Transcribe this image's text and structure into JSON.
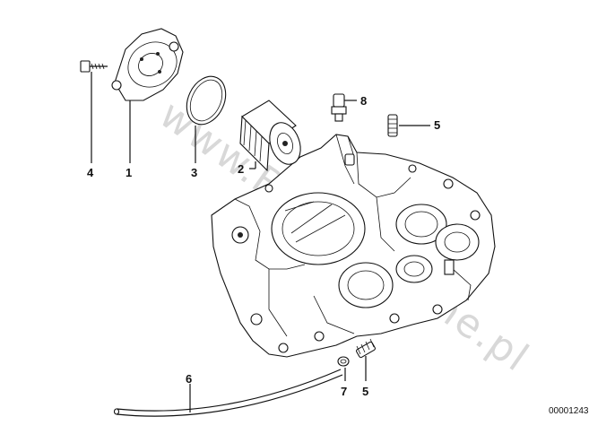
{
  "diagram": {
    "watermark": "www.BMW-Hotline.pl",
    "document_id": "00001243",
    "callouts": {
      "p1": "1",
      "p2": "2",
      "p3": "3",
      "p4": "4",
      "p5a": "5",
      "p5b": "5",
      "p6": "6",
      "p7": "7",
      "p8": "8"
    },
    "parts": [
      {
        "callout": "1",
        "name": "oil-filter-cover"
      },
      {
        "callout": "2",
        "name": "oil-filter"
      },
      {
        "callout": "3",
        "name": "o-ring"
      },
      {
        "callout": "4",
        "name": "bolt"
      },
      {
        "callout": "5",
        "name": "spring-dowel"
      },
      {
        "callout": "6",
        "name": "hose"
      },
      {
        "callout": "7",
        "name": "hose-clamp"
      },
      {
        "callout": "8",
        "name": "oil-pressure-switch"
      }
    ]
  }
}
